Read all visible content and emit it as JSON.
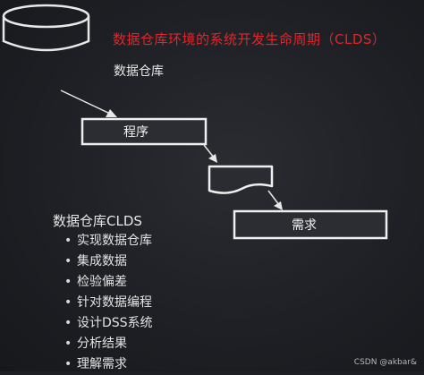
{
  "title": "数据仓库环境的系统开发生命周期（CLDS）",
  "nodes": {
    "database": {
      "label": "数据仓库",
      "icon": "database-cylinder-icon"
    },
    "program": {
      "label": "程序"
    },
    "document": {
      "icon": "document-shape-icon"
    },
    "requirements": {
      "label": "需求"
    }
  },
  "list": {
    "title": "数据仓库CLDS",
    "items": [
      "实现数据仓库",
      "集成数据",
      "检验偏差",
      "针对数据编程",
      "设计DSS系统",
      "分析结果",
      "理解需求"
    ]
  },
  "watermark": "CSDN @akbar&",
  "colors": {
    "title": "#e0262a",
    "background": "#1d1f24",
    "stroke": "#e8e8e8",
    "text": "#e7e7e7"
  }
}
